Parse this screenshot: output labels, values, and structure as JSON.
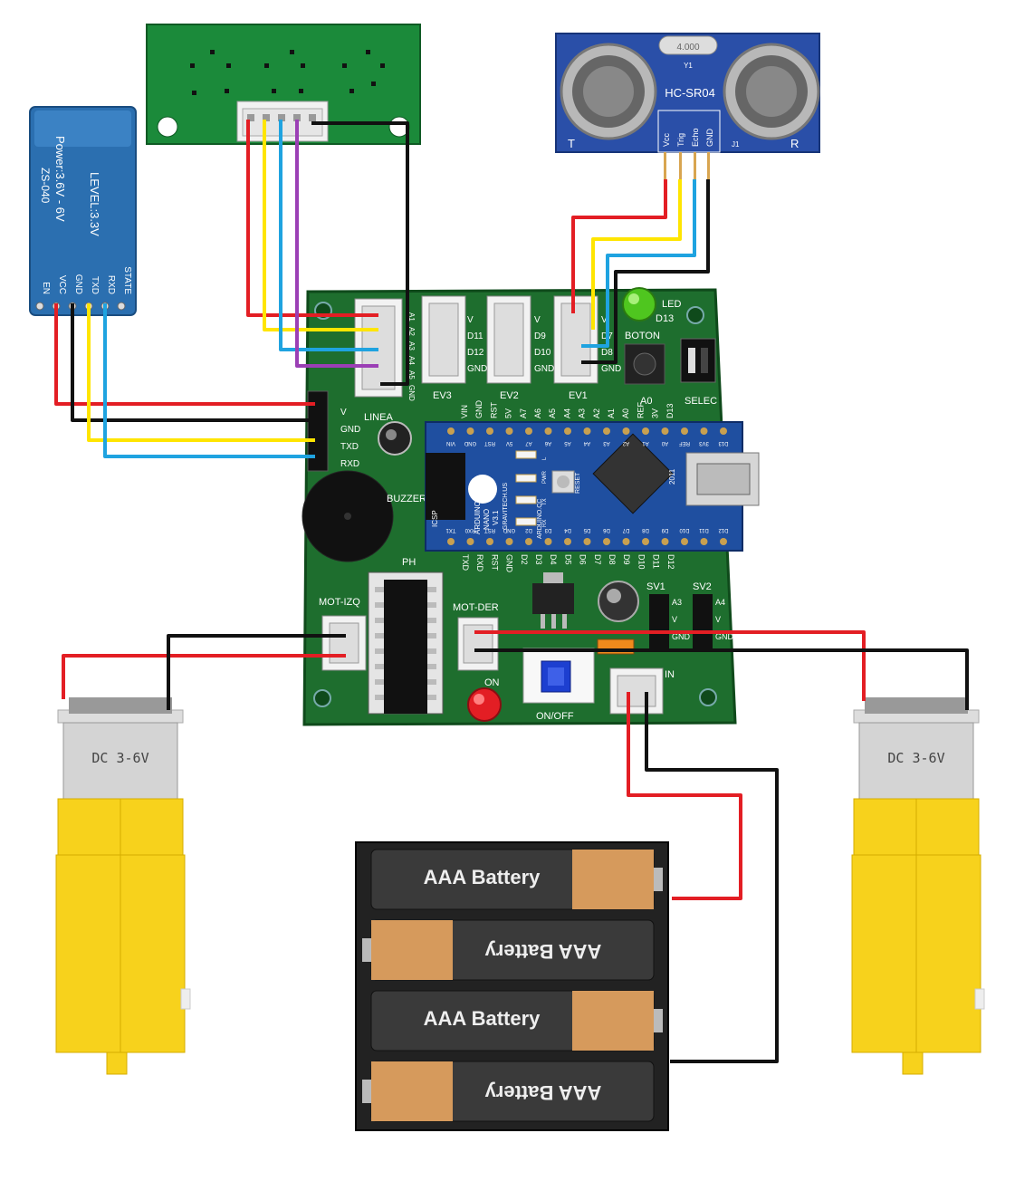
{
  "bluetooth": {
    "chip": "ZS-040",
    "power": "Power:3.6V - 6V",
    "level": "LEVEL:3.3V",
    "pins": [
      "EN",
      "VCC",
      "GND",
      "TXD",
      "RXD",
      "STATE"
    ]
  },
  "ultrasonic": {
    "model": "HC-SR04",
    "crystal": "4.000",
    "crystal_ref": "Y1",
    "pins": [
      "Vcc",
      "Trig",
      "Echo",
      "GND"
    ],
    "left_mark": "T",
    "right_mark": "R",
    "connector_ref": "J1"
  },
  "board": {
    "linea": "LINEA",
    "linea_pins": [
      "A1",
      "A2",
      "A3",
      "A4",
      "A5",
      "GND"
    ],
    "bt_header_pins": [
      "V",
      "GND",
      "TXD",
      "RXD"
    ],
    "ev3": "EV3",
    "ev3_pins": [
      "V",
      "D11",
      "D12",
      "GND"
    ],
    "ev2": "EV2",
    "ev2_pins": [
      "V",
      "D9",
      "D10",
      "GND"
    ],
    "ev1": "EV1",
    "ev1_pins": [
      "V",
      "D7",
      "D8",
      "GND"
    ],
    "led": "LED",
    "led_pin": "D13",
    "boton": "BOTON",
    "boton_pin": "A0",
    "selec": "SELEC",
    "buzzer": "BUZZER",
    "ph": "PH",
    "mot_izq": "MOT-IZQ",
    "mot_der": "MOT-DER",
    "on": "ON",
    "on_off": "ON/OFF",
    "in": "IN",
    "sv1": "SV1",
    "sv2": "SV2",
    "sv1_pins": [
      "A3",
      "V",
      "GND"
    ],
    "sv2_pins": [
      "A4",
      "V",
      "GND"
    ],
    "bottom_pins": [
      "TXD",
      "RXD",
      "RST",
      "GND",
      "D2",
      "D3",
      "D4",
      "D5",
      "D6",
      "D7",
      "D8",
      "D9",
      "D10",
      "D11",
      "D12"
    ],
    "top_pins": [
      "VIN",
      "GND",
      "RST",
      "5V",
      "A7",
      "A6",
      "A5",
      "A4",
      "A3",
      "A2",
      "A1",
      "A0",
      "REF",
      "3V",
      "D13"
    ]
  },
  "nano": {
    "brand": "ARDUINO",
    "model": "NANO",
    "version": "V3.1",
    "maker": "GRAVITECH.US",
    "site": "ARDUINO.CC",
    "year": "2011",
    "icsp": "ICSP",
    "reset": "RESET",
    "leds": [
      "L",
      "PWR",
      "TX",
      "RX"
    ],
    "top_row": [
      "D13",
      "3V3",
      "REF",
      "A0",
      "A1",
      "A2",
      "A3",
      "A4",
      "A5",
      "A6",
      "A7",
      "5V",
      "RST",
      "GND",
      "VIN"
    ],
    "bottom_row": [
      "D12",
      "D11",
      "D10",
      "D9",
      "D8",
      "D7",
      "D6",
      "D5",
      "D4",
      "D3",
      "D2",
      "GND",
      "RST",
      "RX0",
      "TX1"
    ]
  },
  "motors": {
    "left_label": "DC 3-6V",
    "right_label": "DC 3-6V"
  },
  "batteries": {
    "labels": [
      "AAA Battery",
      "AAA Battery",
      "AAA Battery",
      "AAA Battery"
    ]
  },
  "wire_colors": {
    "red": "#e31e24",
    "yellow": "#ffe500",
    "blue": "#1fa3e0",
    "purple": "#9b3fb5",
    "black": "#111111"
  },
  "colors": {
    "pcb": "#1e6e2e",
    "ir_pcb": "#1b8a3a",
    "bt_module": "#2b6fb0",
    "hcsr04": "#2a4fa8",
    "nano": "#1f4fa0",
    "motor_yellow": "#f7d21c"
  }
}
